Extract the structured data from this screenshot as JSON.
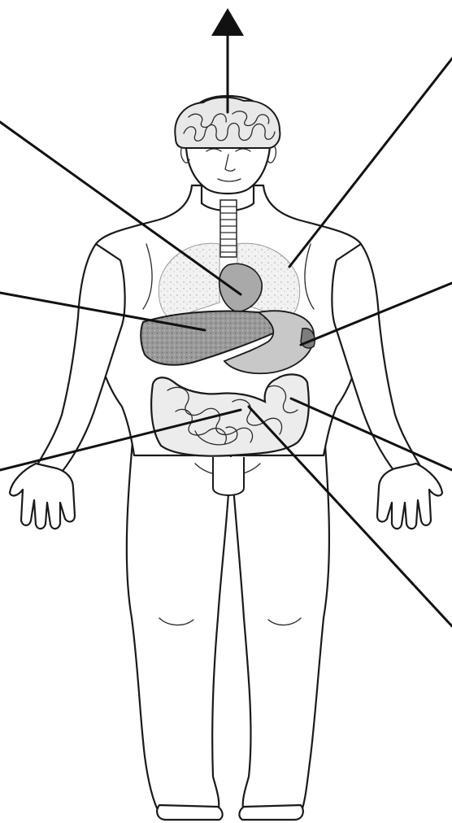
{
  "diagram": {
    "colors": {
      "ink": "#111111",
      "liver": "#8f8f8f",
      "organ_fill": "#c8c8c8",
      "lung_fill": "#e2e2e2",
      "background": "#ffffff"
    },
    "pointers": [
      {
        "id": "brain-arrow",
        "target": "brain",
        "arrowhead": true
      },
      {
        "id": "pointer-upper-left",
        "target": "heart"
      },
      {
        "id": "pointer-upper-right",
        "target": "lungs"
      },
      {
        "id": "pointer-middle-left",
        "target": "liver"
      },
      {
        "id": "pointer-middle-right",
        "target": "stomach"
      },
      {
        "id": "pointer-lower-left",
        "target": "small-intestine"
      },
      {
        "id": "pointer-lower-right-upper",
        "target": "large-intestine"
      },
      {
        "id": "pointer-lower-right-lower",
        "target": "intestines"
      }
    ]
  }
}
